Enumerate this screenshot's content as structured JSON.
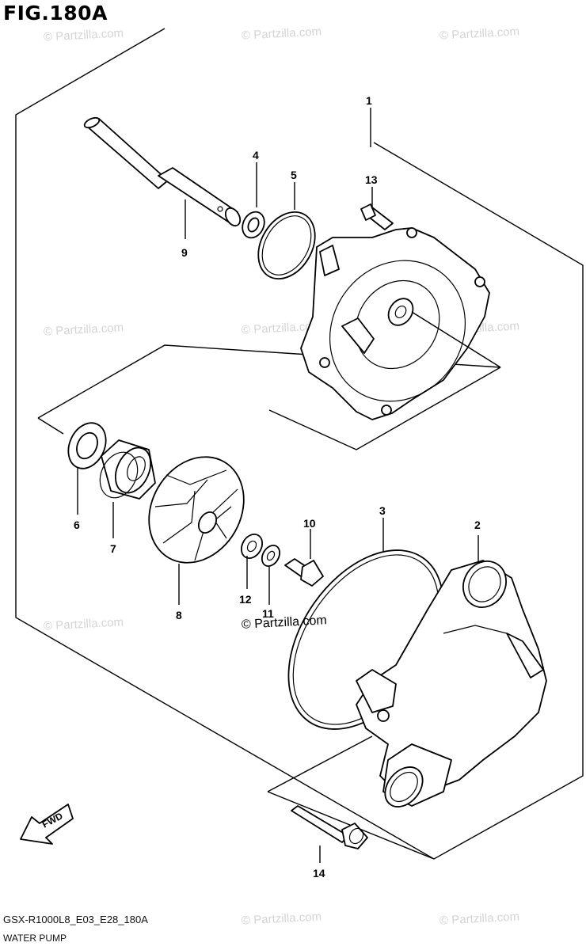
{
  "figure": {
    "title": "FIG.180A",
    "model_code": "GSX-R1000L8_E03_E28_180A",
    "section_name": "WATER PUMP"
  },
  "watermarks": {
    "repeat_text": "© Partzilla.com",
    "center_text": "© Partzilla.com"
  },
  "callouts": [
    "1",
    "2",
    "3",
    "4",
    "5",
    "6",
    "7",
    "8",
    "9",
    "10",
    "11",
    "12",
    "13",
    "14"
  ],
  "fwd_badge": {
    "label": "FWD"
  }
}
